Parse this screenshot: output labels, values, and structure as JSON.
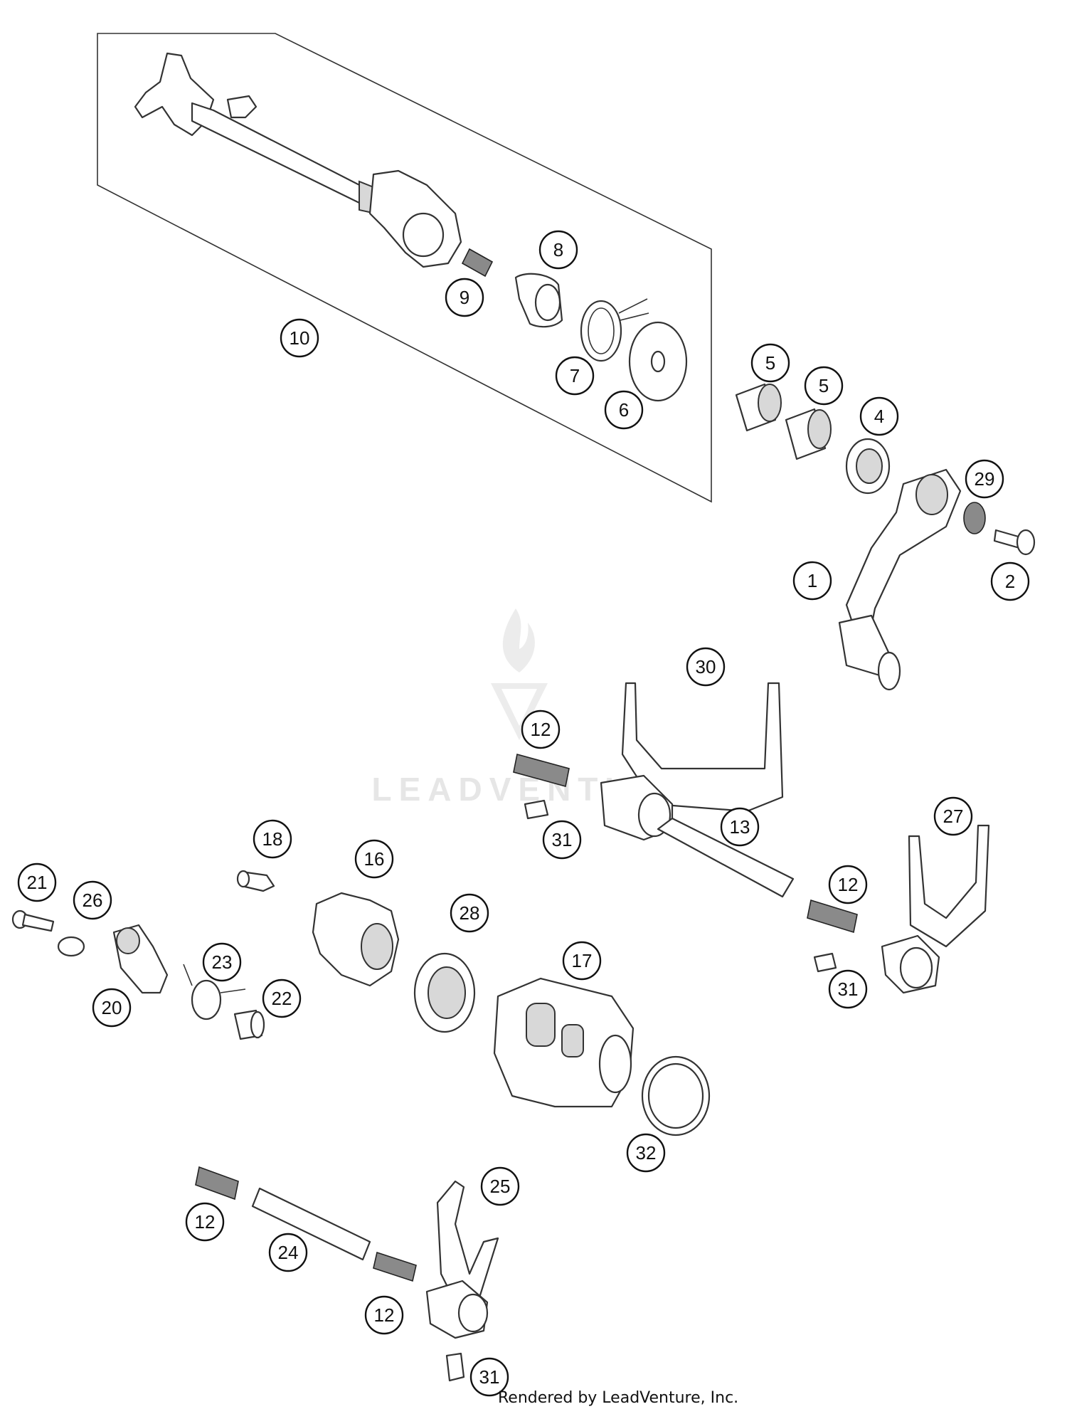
{
  "watermark": "LEADVENTURE",
  "credit": "Rendered by LeadVenture, Inc.",
  "callouts": [
    "10",
    "9",
    "8",
    "7",
    "6",
    "5",
    "5",
    "4",
    "29",
    "1",
    "2",
    "30",
    "12",
    "31",
    "13",
    "27",
    "12",
    "31",
    "18",
    "16",
    "28",
    "17",
    "21",
    "26",
    "20",
    "23",
    "22",
    "32",
    "25",
    "12",
    "24",
    "12",
    "31"
  ]
}
